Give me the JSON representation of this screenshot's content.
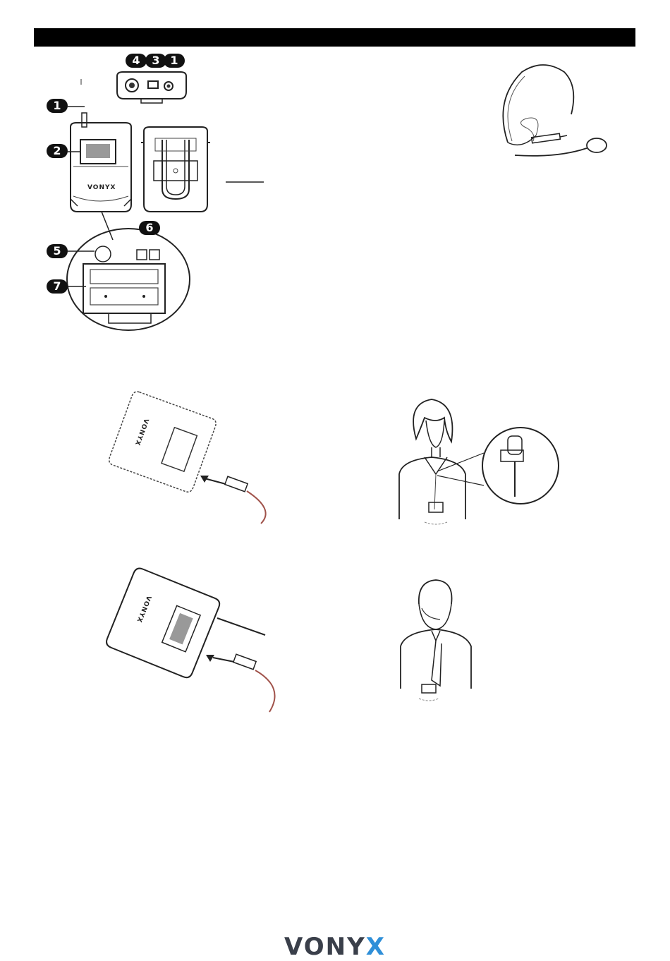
{
  "callouts": {
    "c4": "4",
    "c3": "3",
    "c1_top": "1",
    "c1_left": "1",
    "c2": "2",
    "c6": "6",
    "c5": "5",
    "c7": "7"
  },
  "logo": {
    "main": "VONY",
    "accent": "X",
    "accent_color": "#2f8fd8",
    "main_color": "#3a3f4a"
  },
  "icons": [
    "bodypack-transmitter-top-view",
    "bodypack-transmitter-front",
    "bodypack-transmitter-back-clip",
    "battery-compartment-detail",
    "headset-microphone",
    "transmitter-jack-connection",
    "lavalier-on-woman",
    "lavalier-clip-detail",
    "transmitter-antenna-connection",
    "headset-on-man"
  ]
}
